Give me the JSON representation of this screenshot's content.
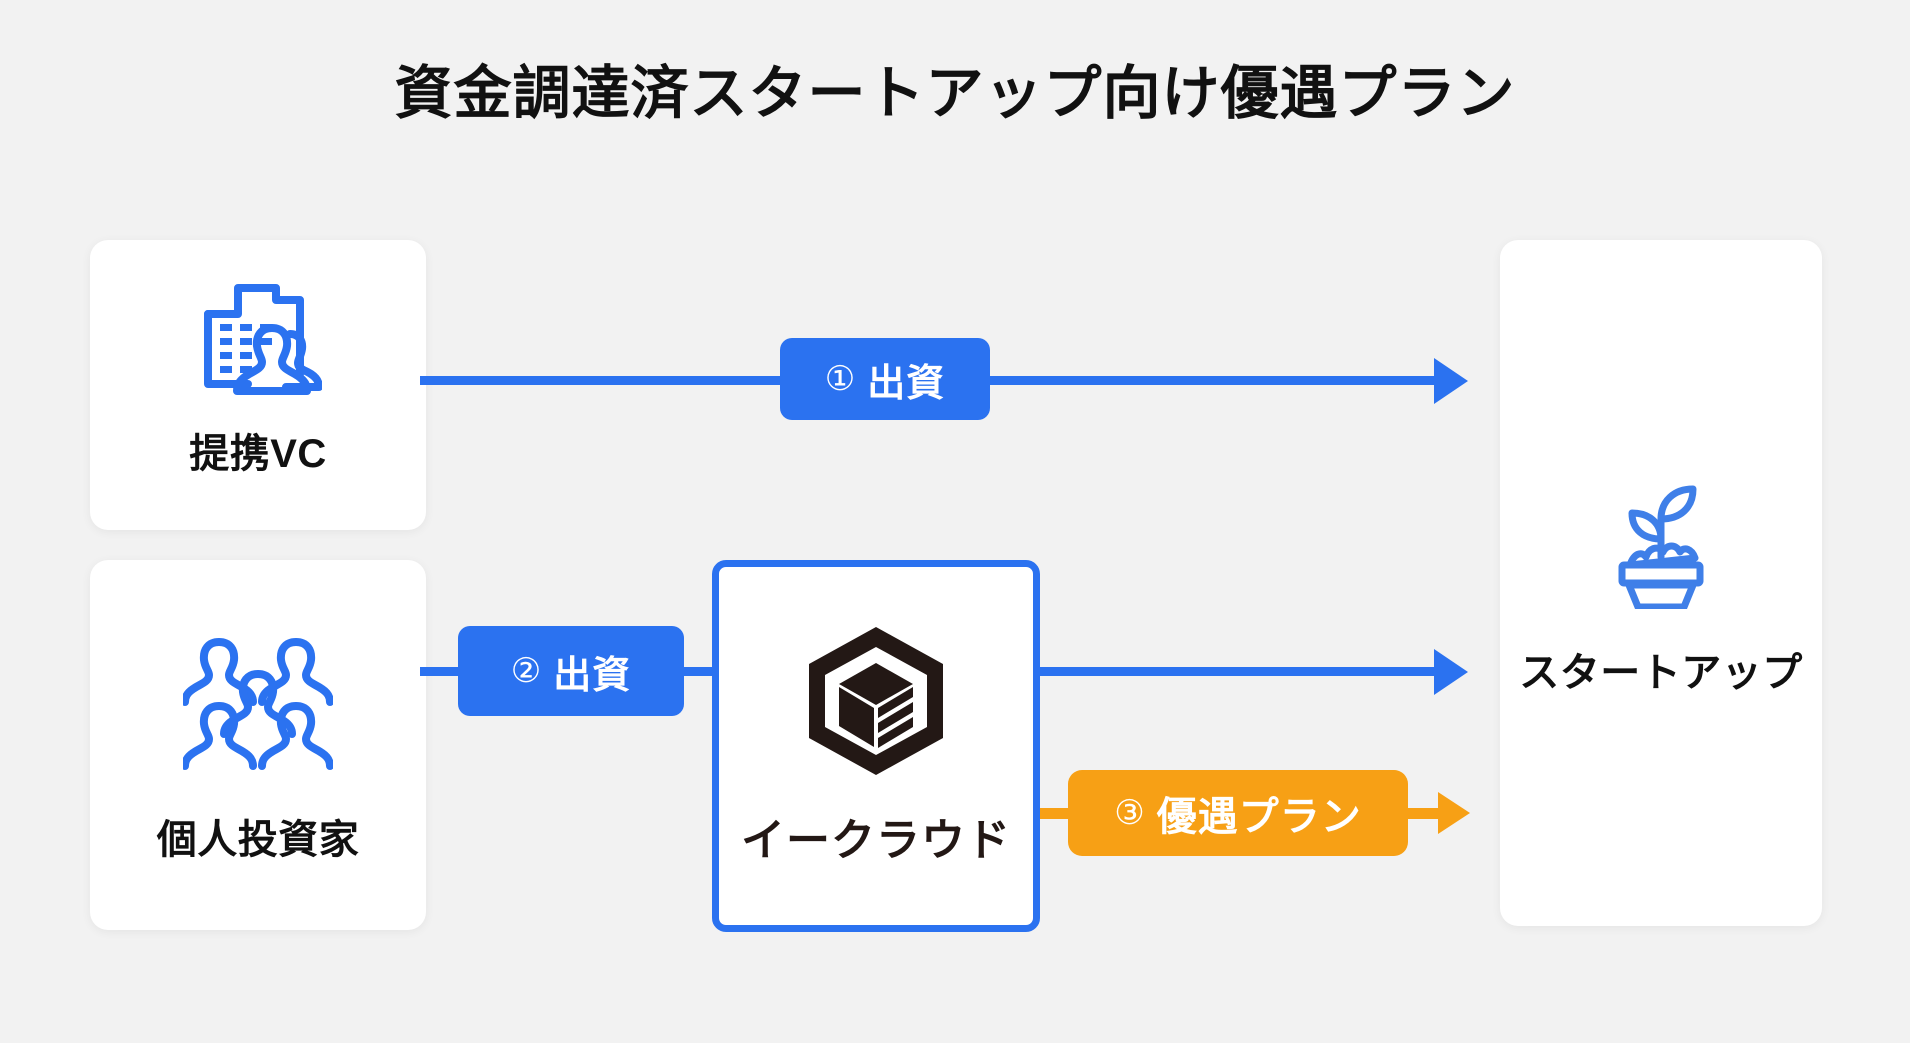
{
  "page": {
    "title": "資金調達済スタートアップ向け優遇プラン",
    "background_color": "#f2f2f2",
    "accent_blue": "#2b72f0",
    "accent_orange": "#f7a015",
    "logo_dark": "#231815"
  },
  "nodes": {
    "vc": {
      "label": "提携VC",
      "icon": "office-building-people-icon"
    },
    "angel": {
      "label": "個人投資家",
      "icon": "group-of-people-icon"
    },
    "ecloud": {
      "label": "イークラウド",
      "icon": "ecloud-hexagon-cube-logo"
    },
    "startup": {
      "label": "スタートアップ",
      "icon": "potted-seedling-icon"
    }
  },
  "flows": [
    {
      "num": "①",
      "label": "出資",
      "color": "#2b72f0",
      "from": "vc",
      "to": "startup"
    },
    {
      "num": "②",
      "label": "出資",
      "color": "#2b72f0",
      "from": "angel",
      "to": "ecloud"
    },
    {
      "num": "③",
      "label": "優遇プラン",
      "color": "#f7a015",
      "from": "ecloud",
      "to": "startup"
    }
  ],
  "arrows": {
    "ecloud_to_startup": {
      "color": "#2b72f0"
    }
  }
}
